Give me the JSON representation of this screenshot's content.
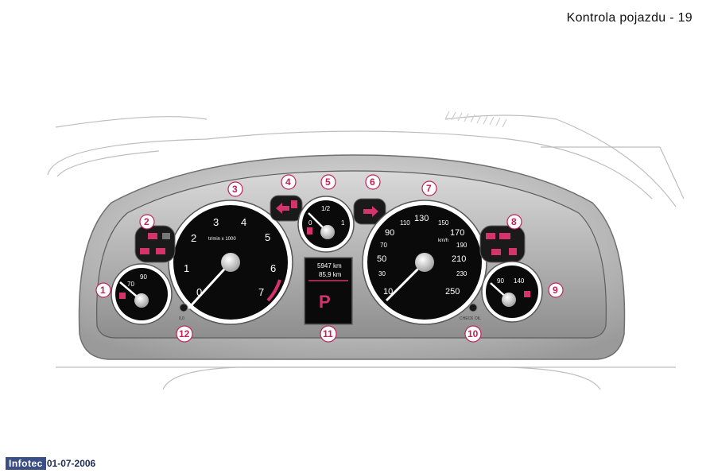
{
  "header": {
    "title": "Kontrola pojazdu - 19"
  },
  "colors": {
    "callout": "#c22255",
    "warning_lamp": "#d4336c",
    "dial": "#0a0a0a",
    "cluster": "#c9c9c9"
  },
  "gauges": {
    "coolant": {
      "labels": [
        "70",
        "90"
      ]
    },
    "tachometer": {
      "labels": [
        "0",
        "1",
        "2",
        "3",
        "4",
        "5",
        "6",
        "7"
      ],
      "unit": "tr/min x 1000"
    },
    "fuel": {
      "labels": [
        "0",
        "1/2",
        "1"
      ]
    },
    "speedometer": {
      "labels": [
        "10",
        "30",
        "50",
        "70",
        "90",
        "110",
        "130",
        "150",
        "170",
        "190",
        "210",
        "230",
        "250"
      ],
      "unit": "km/h"
    },
    "oil": {
      "labels": [
        "90",
        "140"
      ]
    }
  },
  "display": {
    "odometer": "5947 km",
    "trip": "85,9 km",
    "gear": "P"
  },
  "small_labels": {
    "check": "CHECK OIL",
    "left_small": "0,0"
  },
  "callouts": [
    "1",
    "2",
    "3",
    "4",
    "5",
    "6",
    "7",
    "8",
    "9",
    "10",
    "11",
    "12"
  ],
  "footer": {
    "brand": "Infotec",
    "date": "01-07-2006"
  }
}
